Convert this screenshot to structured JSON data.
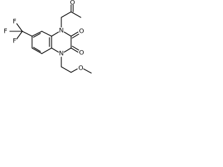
{
  "molecule": {
    "atom_labels": {
      "n_top": "N",
      "n_bottom": "N",
      "o_acetonyl": "O",
      "o_dione_upper": "O",
      "o_dione_lower": "O",
      "o_methoxy": "O",
      "f_upper": "F",
      "f_left": "F",
      "f_lower": "F"
    },
    "substituents": [
      "2-oxopropyl",
      "2-methoxyethyl",
      "trifluoromethyl"
    ],
    "line_color": "#000000",
    "background_color": "#ffffff"
  }
}
